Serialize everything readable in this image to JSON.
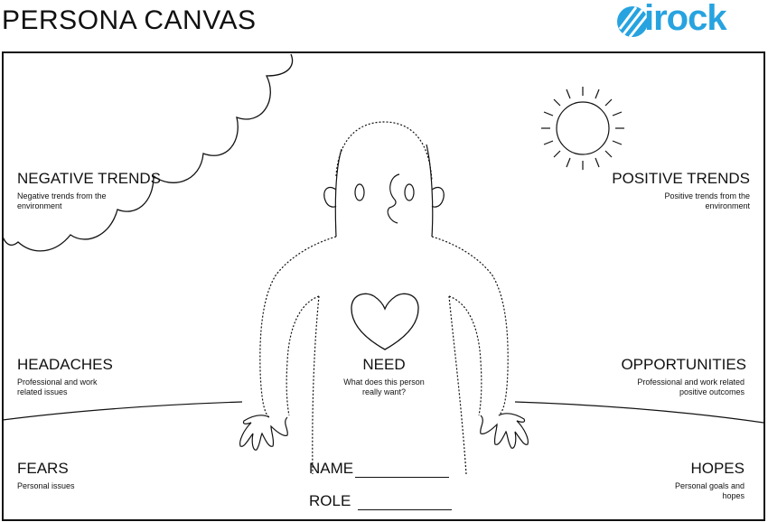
{
  "title": "PERSONA CANVAS",
  "logo": {
    "text": "irock",
    "color": "#27a3e0"
  },
  "sections": {
    "negative_trends": {
      "heading": "NEGATIVE TRENDS",
      "desc": "Negative trends from the environment"
    },
    "positive_trends": {
      "heading": "POSITIVE TRENDS",
      "desc": "Positive trends from the environment"
    },
    "headaches": {
      "heading": "HEADACHES",
      "desc": "Professional and work related issues"
    },
    "need": {
      "heading": "NEED",
      "desc": "What does this person really want?"
    },
    "opportunities": {
      "heading": "OPPORTUNITIES",
      "desc": "Professional and work related positive outcomes"
    },
    "fears": {
      "heading": "FEARS",
      "desc": "Personal issues"
    },
    "hopes": {
      "heading": "HOPES",
      "desc": "Personal goals and hopes"
    }
  },
  "name_label": "NAME",
  "role_label": "ROLE",
  "icons": [
    "cloud-icon",
    "sun-icon",
    "person-figure",
    "heart-icon",
    "logo-icon"
  ]
}
